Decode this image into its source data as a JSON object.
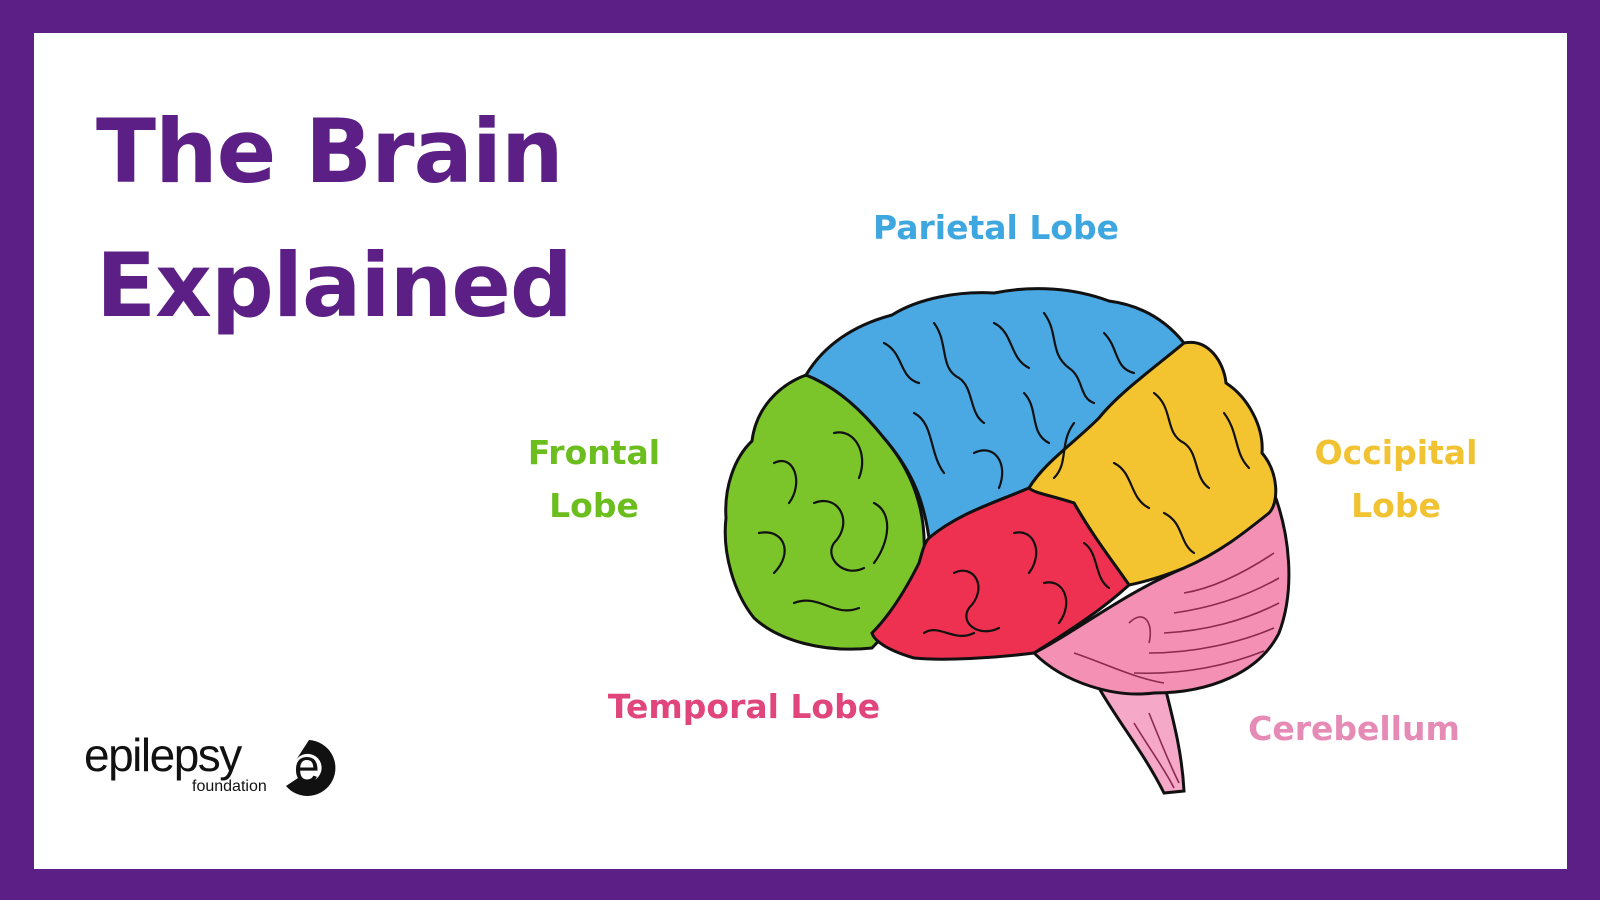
{
  "title": {
    "line1": "The Brain",
    "line2": "Explained"
  },
  "labels": {
    "parietal": "Parietal Lobe",
    "frontal": [
      "Frontal",
      "Lobe"
    ],
    "occipital": [
      "Occipital",
      "Lobe"
    ],
    "temporal": "Temporal Lobe",
    "cerebellum": "Cerebellum"
  },
  "logo": {
    "wordmark": "epilepsy",
    "mark_letter": "e",
    "subtitle": "foundation"
  },
  "colors": {
    "frame": "#5b1f86",
    "title": "#5b1f86",
    "parietal": "#4aa8e3",
    "frontal": "#7bc52a",
    "occipital": "#f3c330",
    "temporal": "#ee3150",
    "cerebellum": "#f390b4",
    "brainstem": "#f6a8c8",
    "label_parietal": "#3ea7e0",
    "label_frontal": "#6cbd1e",
    "label_occipital": "#f1c232",
    "label_temporal": "#e0457b",
    "label_cerebellum": "#e68ab6"
  }
}
